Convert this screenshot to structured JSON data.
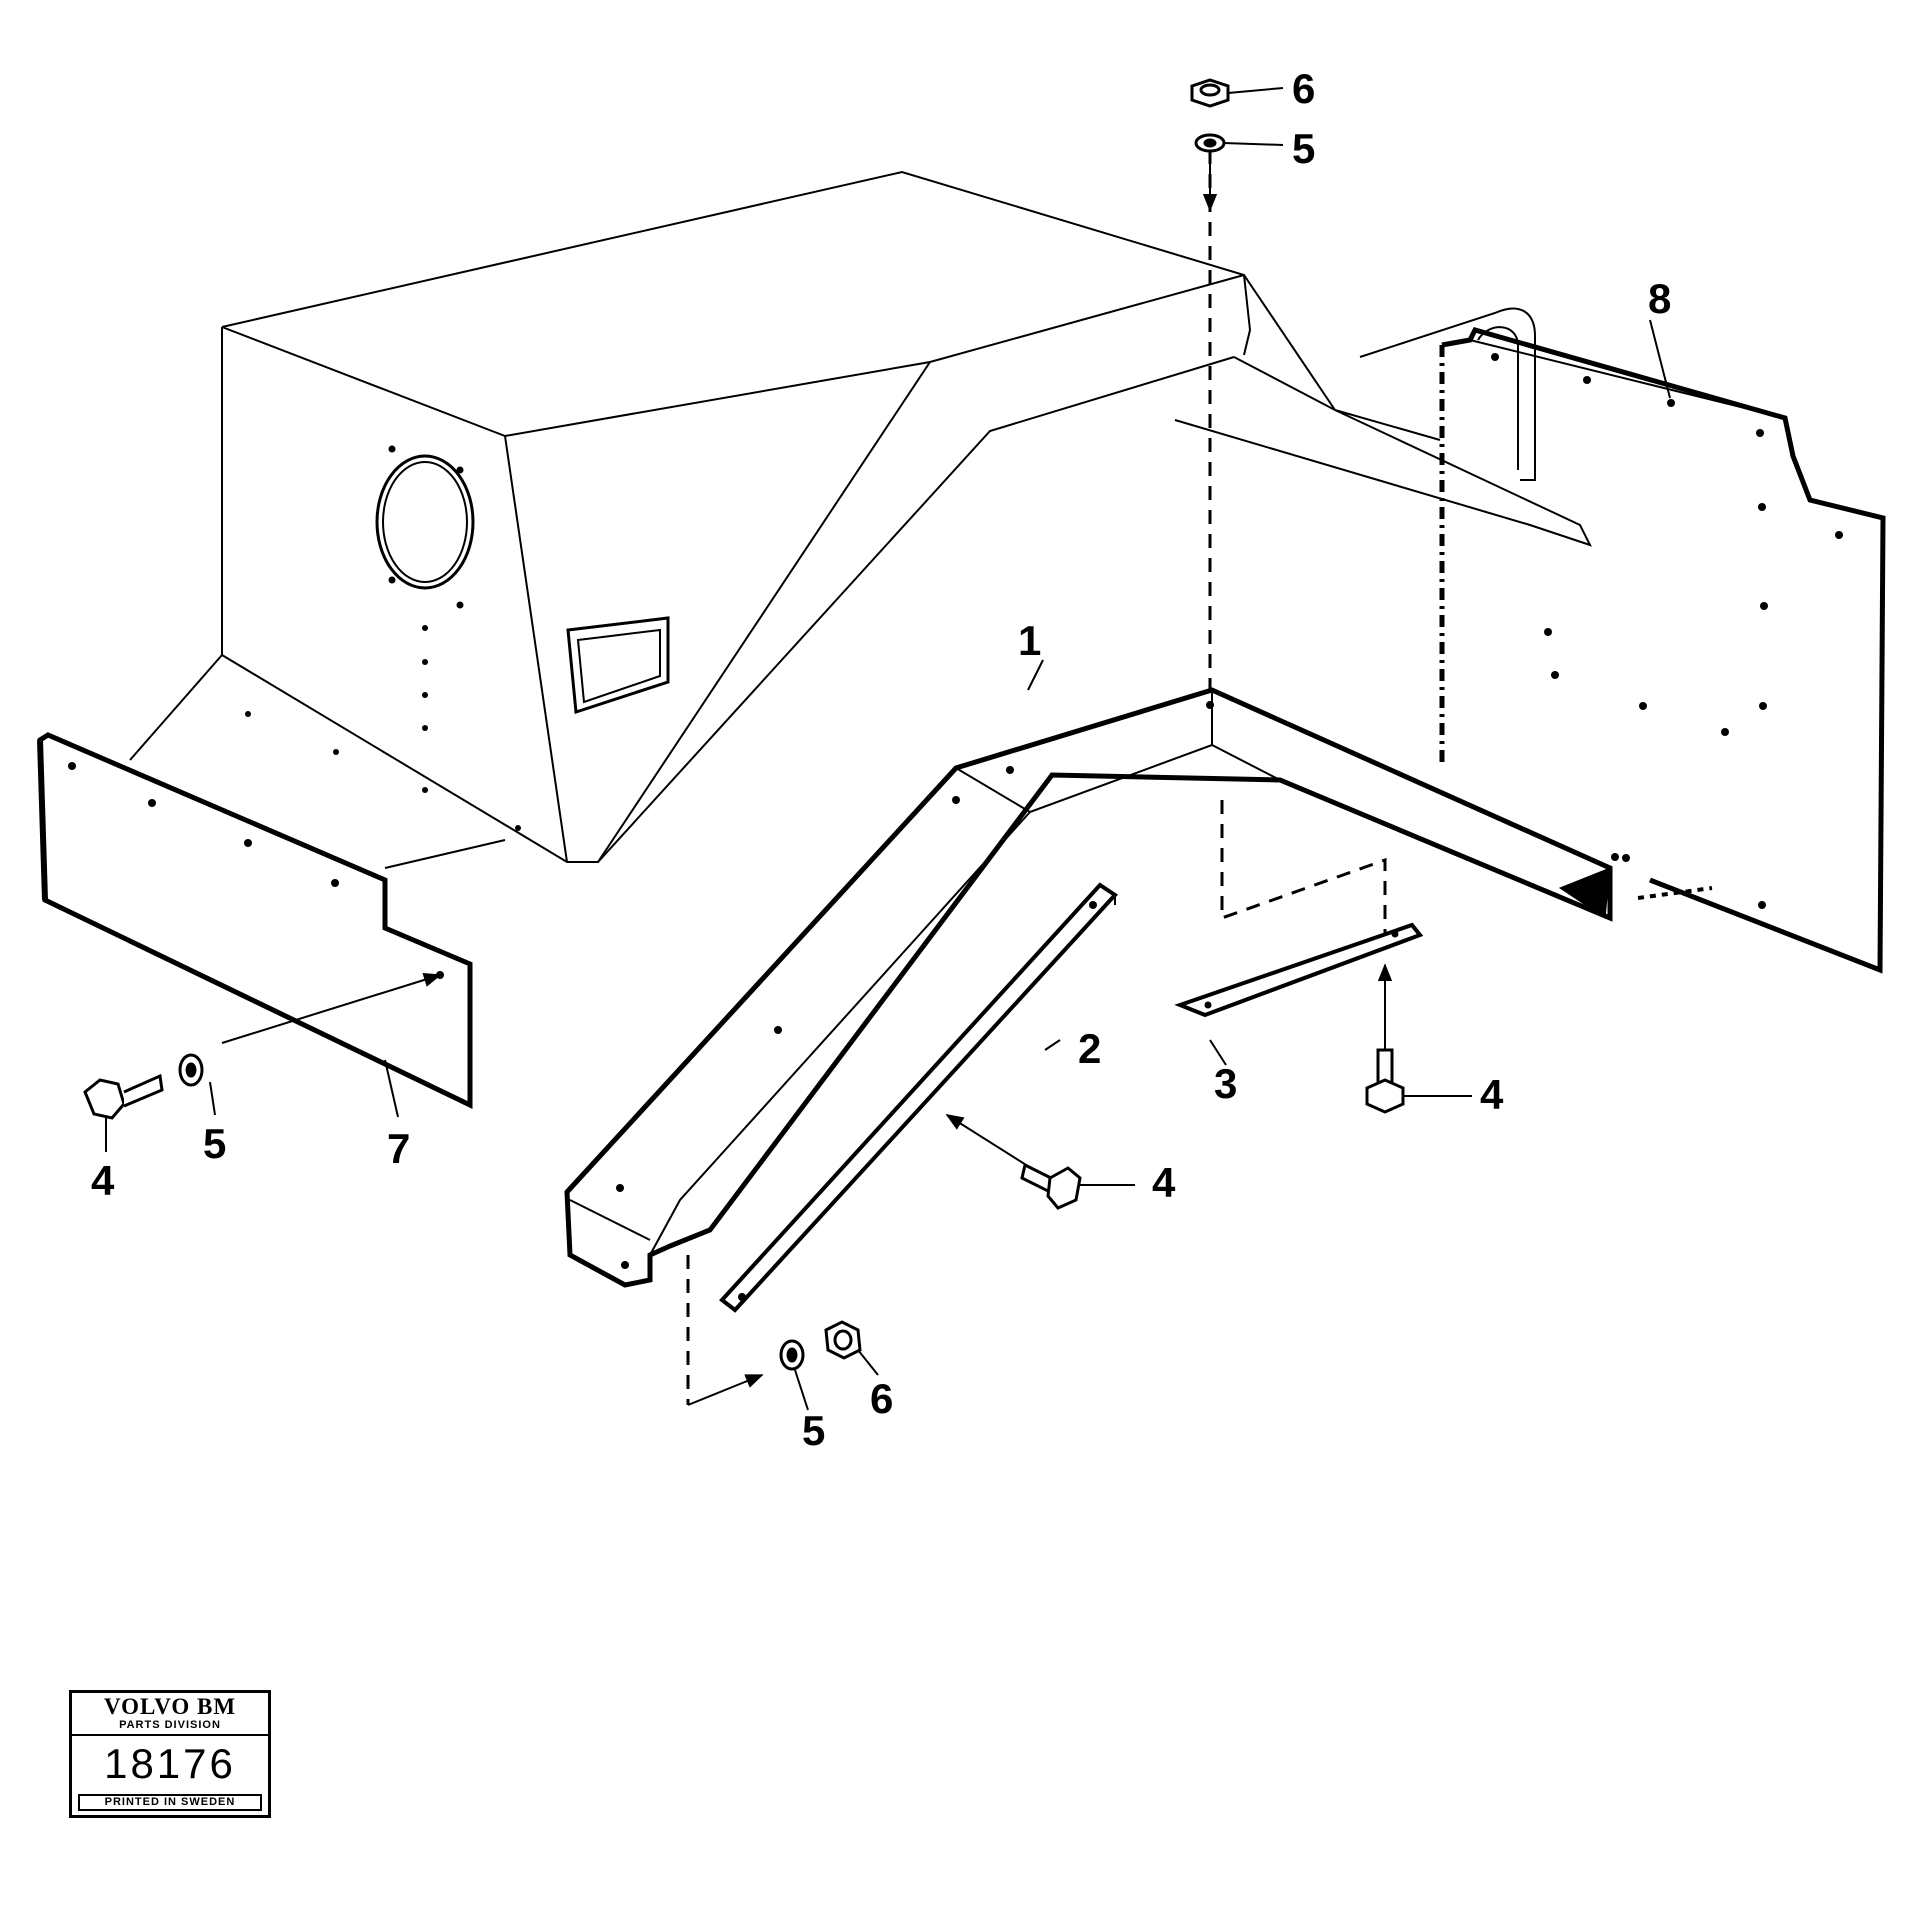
{
  "figure": {
    "callouts": {
      "c1": "1",
      "c2": "2",
      "c3": "3",
      "c4_left": "4",
      "c4_center": "4",
      "c4_right": "4",
      "c5_top": "5",
      "c5_left": "5",
      "c5_bottom": "5",
      "c6_top": "6",
      "c6_bottom": "6",
      "c7": "7",
      "c8": "8"
    }
  },
  "stamp": {
    "brand": "VOLVO BM",
    "division": "PARTS DIVISION",
    "number": "18176",
    "printed": "PRINTED IN SWEDEN"
  }
}
